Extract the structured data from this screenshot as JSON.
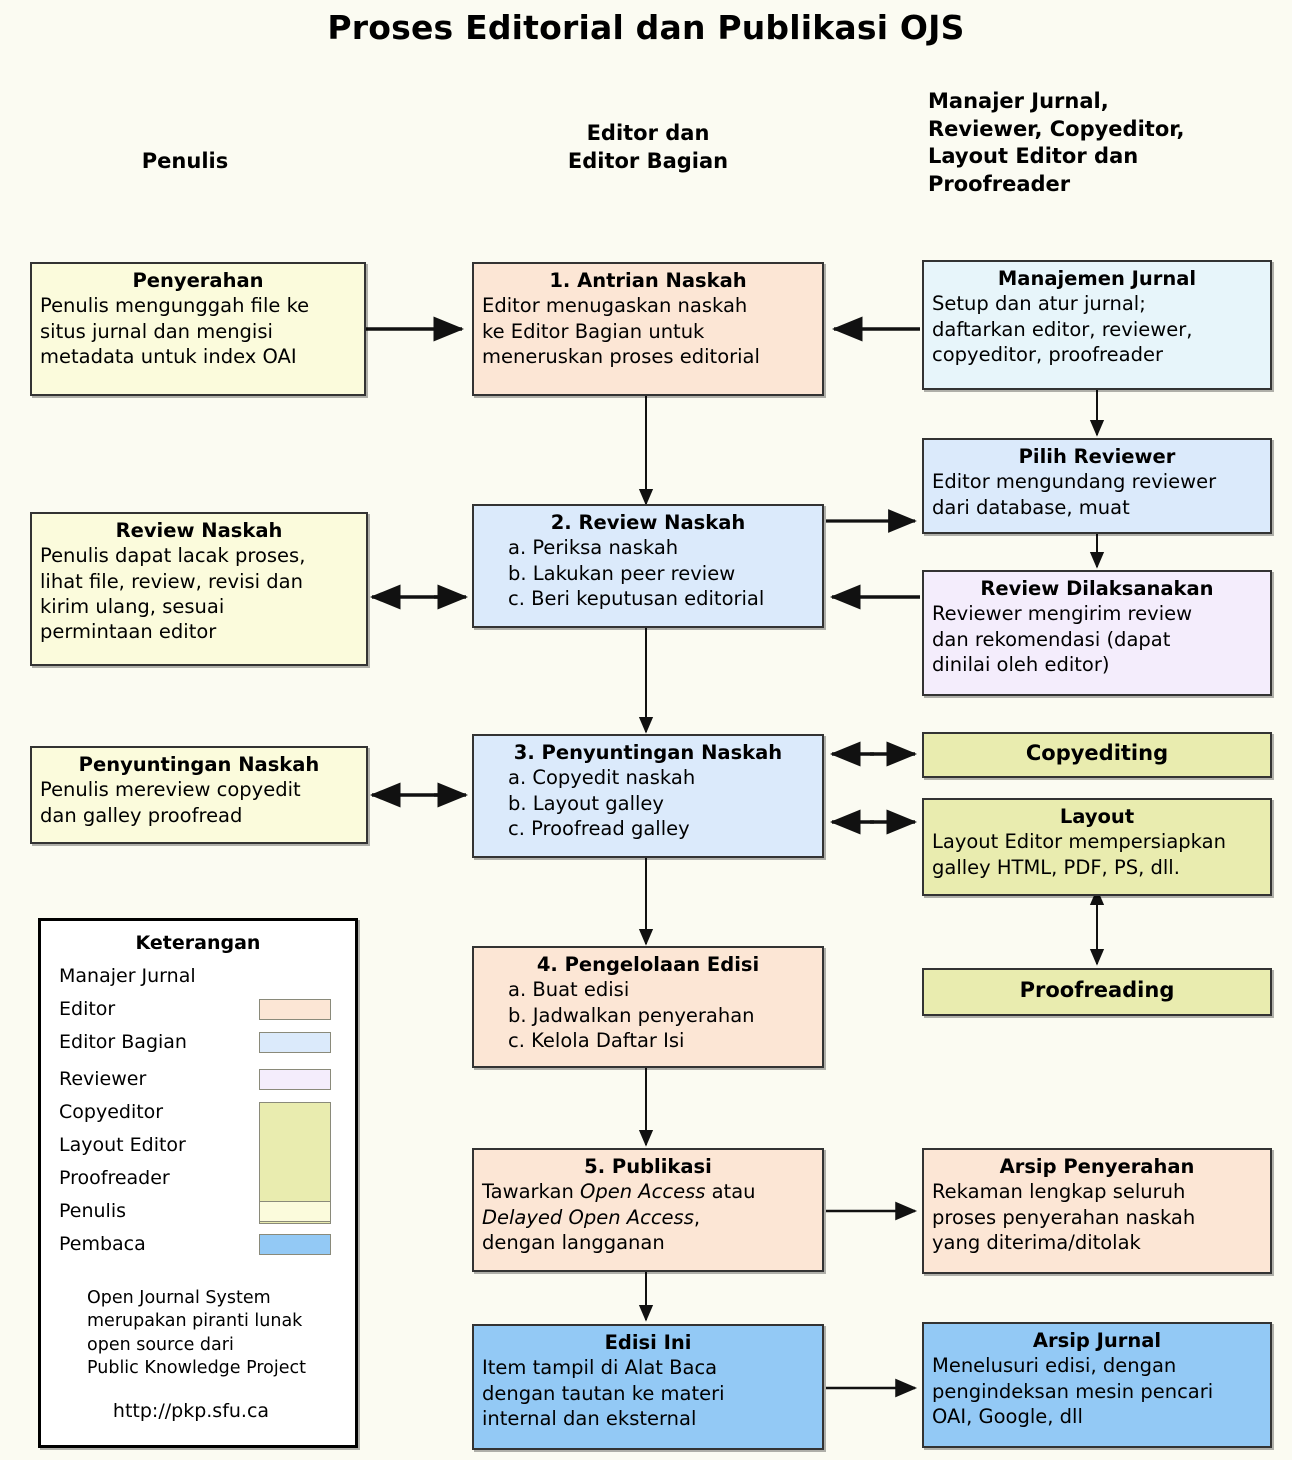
{
  "title": "Proses Editorial dan Publikasi OJS",
  "column_headers": [
    {
      "id": "penulis",
      "label": "Penulis"
    },
    {
      "id": "editor",
      "line1": "Editor dan",
      "line2": "Editor Bagian"
    },
    {
      "id": "others",
      "line1": "Manajer Jurnal,",
      "line2": "Reviewer, Copyeditor,",
      "line3": "Layout Editor dan",
      "line4": "Proofreader"
    }
  ],
  "nodes": {
    "penyerahan": {
      "heading": "Penyerahan",
      "lines": [
        "Penulis mengunggah file ke",
        "situs jurnal dan mengisi",
        "metadata untuk index OAI"
      ],
      "role": "Penulis"
    },
    "antrian_naskah": {
      "heading": "1. Antrian Naskah",
      "lines": [
        "Editor menugaskan naskah",
        "ke Editor Bagian untuk",
        "meneruskan proses editorial"
      ],
      "role": "Editor"
    },
    "manajemen_jurnal": {
      "heading": "Manajemen Jurnal",
      "lines": [
        "Setup dan atur jurnal;",
        "daftarkan editor, reviewer,",
        "copyeditor, proofreader"
      ],
      "role": "Manajer Jurnal"
    },
    "review_naskah_penulis": {
      "heading": "Review Naskah",
      "lines": [
        "Penulis dapat lacak proses,",
        "lihat file, review, revisi dan",
        "kirim ulang, sesuai",
        "permintaan editor"
      ],
      "role": "Penulis"
    },
    "review_naskah": {
      "heading": "2. Review Naskah",
      "lines": [
        "a. Periksa naskah",
        "b. Lakukan peer review",
        "c. Beri keputusan editorial"
      ],
      "role": "Editor Bagian"
    },
    "pilih_reviewer": {
      "heading": "Pilih Reviewer",
      "lines": [
        "Editor mengundang reviewer",
        "dari database, muat"
      ],
      "role": "Editor Bagian"
    },
    "review_dilaksanakan": {
      "heading": "Review Dilaksanakan",
      "lines": [
        "Reviewer mengirim review",
        "dan rekomendasi (dapat",
        "dinilai oleh editor)"
      ],
      "role": "Reviewer"
    },
    "penyuntingan_penulis": {
      "heading": "Penyuntingan Naskah",
      "lines": [
        "Penulis mereview copyedit",
        "dan galley proofread"
      ],
      "role": "Penulis"
    },
    "penyuntingan_naskah": {
      "heading": "3. Penyuntingan Naskah",
      "lines": [
        "a. Copyedit naskah",
        "b. Layout galley",
        "c. Proofread galley"
      ],
      "role": "Editor Bagian"
    },
    "copyediting": {
      "heading": "Copyediting",
      "lines": [],
      "role": "Copyeditor"
    },
    "layout": {
      "heading": "Layout",
      "lines": [
        "Layout Editor mempersiapkan",
        "galley HTML, PDF, PS, dll."
      ],
      "role": "Layout Editor"
    },
    "proofreading": {
      "heading": "Proofreading",
      "lines": [],
      "role": "Proofreader"
    },
    "pengelolaan_edisi": {
      "heading": "4. Pengelolaan Edisi",
      "lines": [
        "a. Buat edisi",
        "b. Jadwalkan penyerahan",
        "c. Kelola Daftar Isi"
      ],
      "role": "Editor"
    },
    "publikasi": {
      "heading": "5. Publikasi",
      "line1_a": "Tawarkan ",
      "line1_i": "Open Access",
      "line1_b": " atau",
      "line2_i": "Delayed Open Access",
      "line2_b": ",",
      "line3": "dengan langganan",
      "role": "Editor"
    },
    "arsip_penyerahan": {
      "heading": "Arsip Penyerahan",
      "lines": [
        "Rekaman lengkap seluruh",
        "proses penyerahan naskah",
        "yang diterima/ditolak"
      ],
      "role": "Editor"
    },
    "edisi_ini": {
      "heading": "Edisi Ini",
      "lines": [
        "Item tampil di Alat Baca",
        "dengan tautan ke materi",
        "internal dan eksternal"
      ],
      "role": "Pembaca"
    },
    "arsip_jurnal": {
      "heading": "Arsip Jurnal",
      "lines": [
        "Menelusuri edisi, dengan",
        "pengindeksan mesin pencari",
        "OAI, Google, dll"
      ],
      "role": "Pembaca"
    }
  },
  "legend": {
    "title": "Keterangan",
    "rows": [
      {
        "label": "Manajer Jurnal",
        "color": ""
      },
      {
        "label": "Editor",
        "color": "#fce6d5"
      },
      {
        "label": "Editor Bagian",
        "color": "#dbeafb"
      },
      {
        "label": "Reviewer",
        "color": "#f4edfc"
      },
      {
        "label": "Copyeditor",
        "color": "#e9ecaf"
      },
      {
        "label": "Layout Editor",
        "color": "#e9ecaf"
      },
      {
        "label": "Proofreader",
        "color": "#e9ecaf"
      },
      {
        "label": "Penulis",
        "color": "#fbfbdc"
      },
      {
        "label": "Pembaca",
        "color": "#93c9f5"
      }
    ],
    "note": "Open Journal System\nmerupakan piranti lunak\nopen source dari\nPublic Knowledge Project",
    "url": "http://pkp.sfu.ca"
  },
  "colors": {
    "background": "#fbfbf2",
    "penulis": "#fbfbdc",
    "editor": "#fce6d5",
    "editor_bagian": "#dbeafb",
    "manajer_jurnal": "#e7f5fa",
    "reviewer": "#f4edfc",
    "copyeditor": "#e9ecaf",
    "pembaca": "#93c9f5",
    "border": "#333333"
  }
}
